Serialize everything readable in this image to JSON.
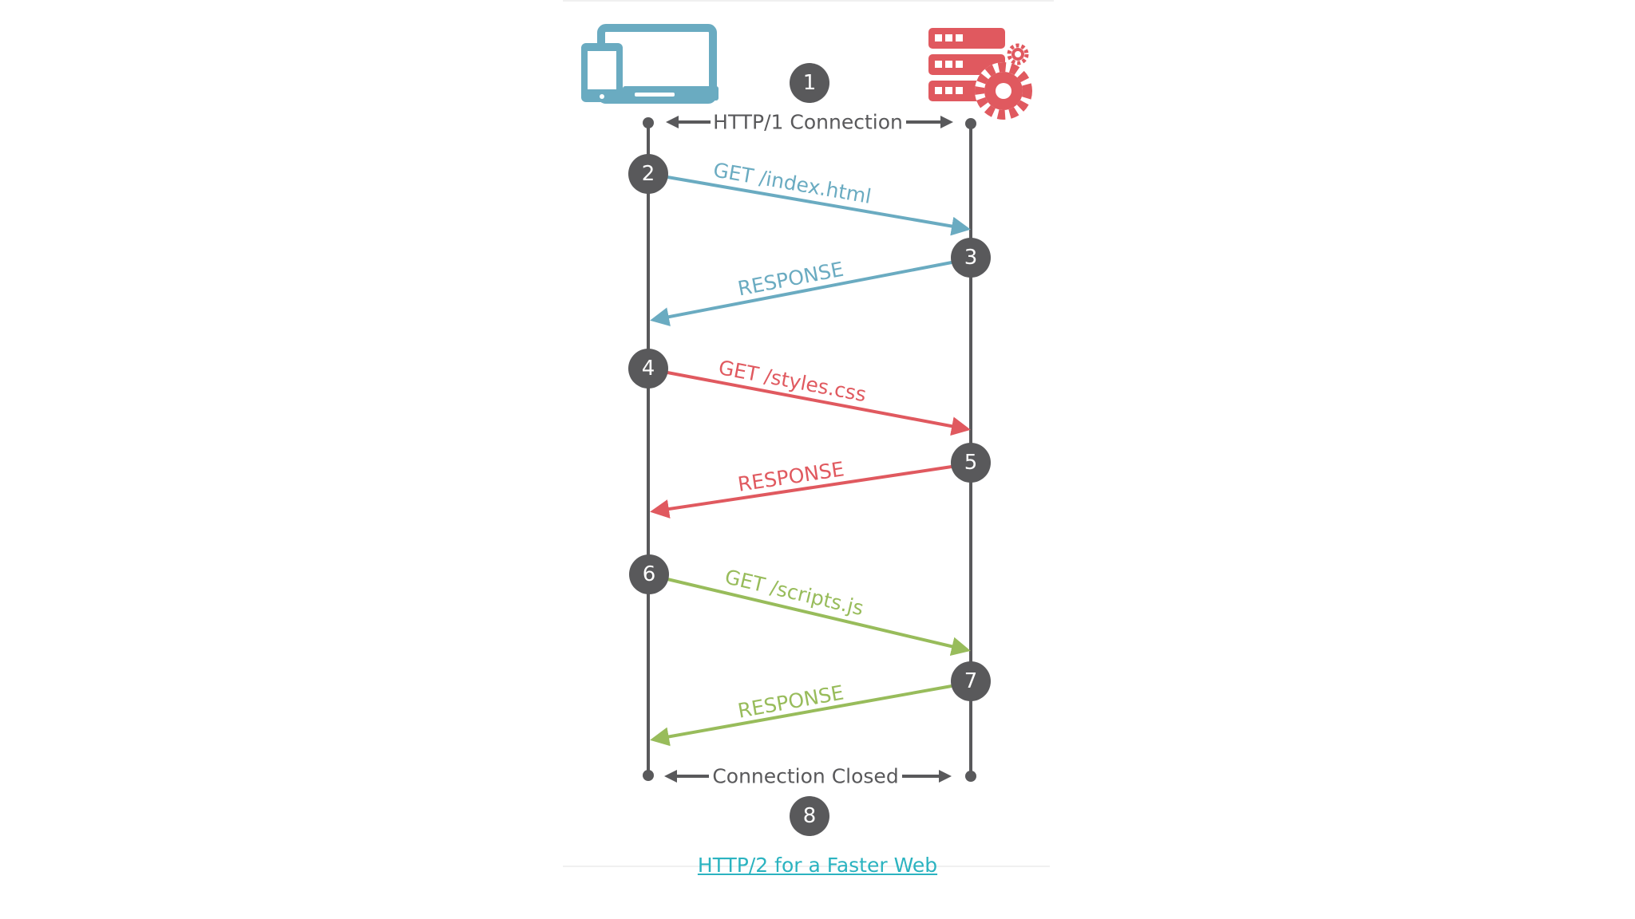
{
  "diagram": {
    "client_icon": "devices-icon",
    "server_icon": "server-gear-icon",
    "connection_open_label": "HTTP/1 Connection",
    "connection_closed_label": "Connection Closed",
    "steps": [
      "1",
      "2",
      "3",
      "4",
      "5",
      "6",
      "7",
      "8"
    ],
    "messages": [
      {
        "label": "GET /index.html",
        "direction": "client-to-server",
        "color": "#6aabc1"
      },
      {
        "label": "RESPONSE",
        "direction": "server-to-client",
        "color": "#6aabc1"
      },
      {
        "label": "GET /styles.css",
        "direction": "client-to-server",
        "color": "#e0595f"
      },
      {
        "label": "RESPONSE",
        "direction": "server-to-client",
        "color": "#e0595f"
      },
      {
        "label": "GET /scripts.js",
        "direction": "client-to-server",
        "color": "#98bc5b"
      },
      {
        "label": "RESPONSE",
        "direction": "server-to-client",
        "color": "#98bc5b"
      }
    ],
    "line_color": "#59595b"
  },
  "footer": {
    "link_text": "HTTP/2 for a Faster Web",
    "link_color": "#2bb3c0"
  }
}
